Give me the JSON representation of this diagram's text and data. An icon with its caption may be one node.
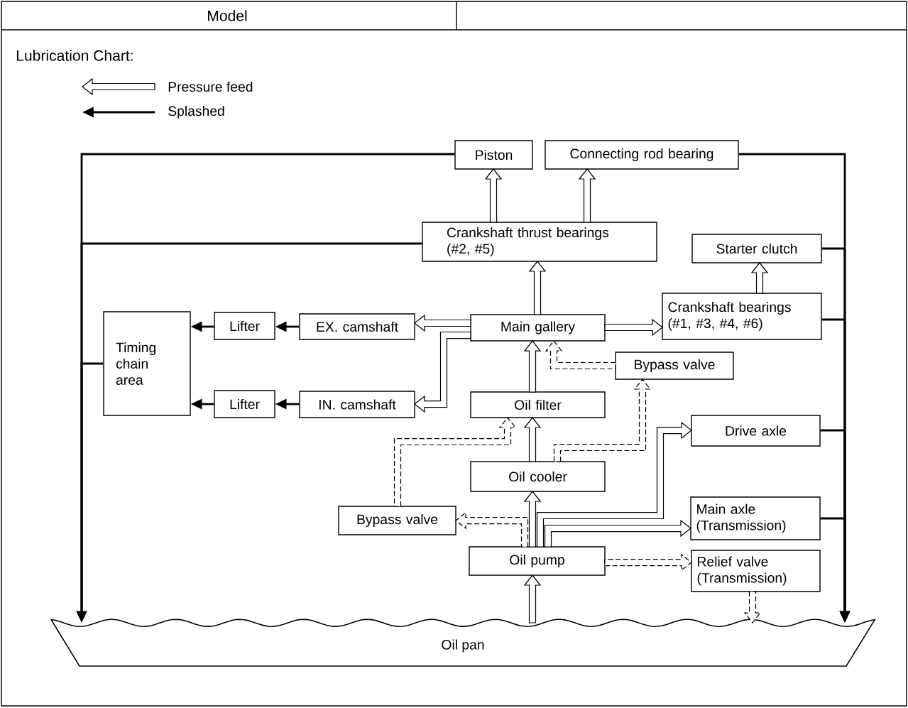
{
  "diagram": {
    "title": "Lubrication Chart:",
    "nodes": [
      {
        "text": [
          "Piston"
        ]
      },
      {
        "text": [
          "Connecting rod bearing"
        ]
      },
      {
        "text": [
          "Crankshaft thrust bearings (#2, #5)"
        ]
      },
      {
        "text": [
          "Starter clutch"
        ]
      },
      {
        "text": [
          "Timing chain area"
        ]
      },
      {
        "text": [
          "Lifter"
        ]
      },
      {
        "text": [
          "EX. camshaft"
        ]
      },
      {
        "text": [
          "Main gallery"
        ]
      },
      {
        "text": [
          "Crankshaft bearings (#1, #3, #4, #6)"
        ]
      },
      {
        "text": [
          "Lifter"
        ]
      },
      {
        "text": [
          "IN. camshaft"
        ]
      },
      {
        "text": [
          "Bypass valve"
        ]
      },
      {
        "text": [
          "Oil filter"
        ]
      },
      {
        "text": [
          "Drive axle"
        ]
      },
      {
        "text": [
          "Oil cooler"
        ]
      },
      {
        "text": [
          "Bypass valve"
        ]
      },
      {
        "text": [
          "Main axle (Transmission)"
        ]
      },
      {
        "text": [
          "Oil pump"
        ]
      },
      {
        "text": [
          "Relief valve (Transmission)"
        ]
      },
      {
        "text": [
          "Oil pan"
        ]
      }
    ],
    "edges": [
      {
        "from": 19,
        "to": 17,
        "arrow": "to",
        "style": "thick"
      },
      {
        "from": 17,
        "to": 14,
        "arrow": "to",
        "style": "thick"
      },
      {
        "from": 14,
        "to": 12,
        "arrow": "to",
        "style": "thick"
      },
      {
        "from": 12,
        "to": 7,
        "arrow": "to",
        "style": "thick"
      },
      {
        "from": 7,
        "to": 2,
        "arrow": "to",
        "style": "thick"
      },
      {
        "from": 2,
        "to": 0,
        "arrow": "to",
        "style": "thick"
      },
      {
        "from": 2,
        "to": 1,
        "arrow": "to",
        "style": "thick"
      },
      {
        "from": 7,
        "to": 8,
        "arrow": "to",
        "style": "thick"
      },
      {
        "from": 8,
        "to": 3,
        "arrow": "to",
        "style": "thick"
      },
      {
        "from": 7,
        "to": 6,
        "arrow": "to",
        "style": "thick"
      },
      {
        "from": 7,
        "to": 10,
        "arrow": "to",
        "style": "thick"
      },
      {
        "from": 17,
        "to": 16,
        "arrow": "to",
        "style": "thick"
      },
      {
        "from": 17,
        "to": 13,
        "arrow": "to",
        "style": "thick"
      },
      {
        "from": 17,
        "to": 15,
        "arrow": "to",
        "style": "dashed"
      },
      {
        "from": 15,
        "to": 12,
        "arrow": "to",
        "style": "dashed"
      },
      {
        "from": 14,
        "to": 11,
        "arrow": "to",
        "style": "dashed"
      },
      {
        "from": 11,
        "to": 7,
        "arrow": "to",
        "style": "dashed"
      },
      {
        "from": 17,
        "to": 18,
        "arrow": "to",
        "style": "dashed"
      },
      {
        "from": 18,
        "to": 19,
        "arrow": "to",
        "style": "dashed"
      },
      {
        "from": 6,
        "to": 5,
        "arrow": "to"
      },
      {
        "from": 5,
        "to": 4,
        "arrow": "to"
      },
      {
        "from": 10,
        "to": 9,
        "arrow": "to"
      },
      {
        "from": 9,
        "to": 4,
        "arrow": "to"
      },
      {
        "from": 4,
        "to": 19,
        "arrow": "to"
      },
      {
        "from": 0,
        "to": 19,
        "arrow": "to"
      },
      {
        "from": 2,
        "to": 19,
        "arrow": "to"
      },
      {
        "from": 1,
        "to": 19,
        "arrow": "to"
      },
      {
        "from": 3,
        "to": 19,
        "arrow": "to"
      },
      {
        "from": 8,
        "to": 19,
        "arrow": "to"
      },
      {
        "from": 13,
        "to": 19,
        "arrow": "to"
      },
      {
        "from": 16,
        "to": 19,
        "arrow": "to"
      }
    ],
    "labels": [
      "Model"
    ],
    "legend": [
      {
        "text": "Pressure feed"
      },
      {
        "text": "Splashed"
      }
    ]
  }
}
